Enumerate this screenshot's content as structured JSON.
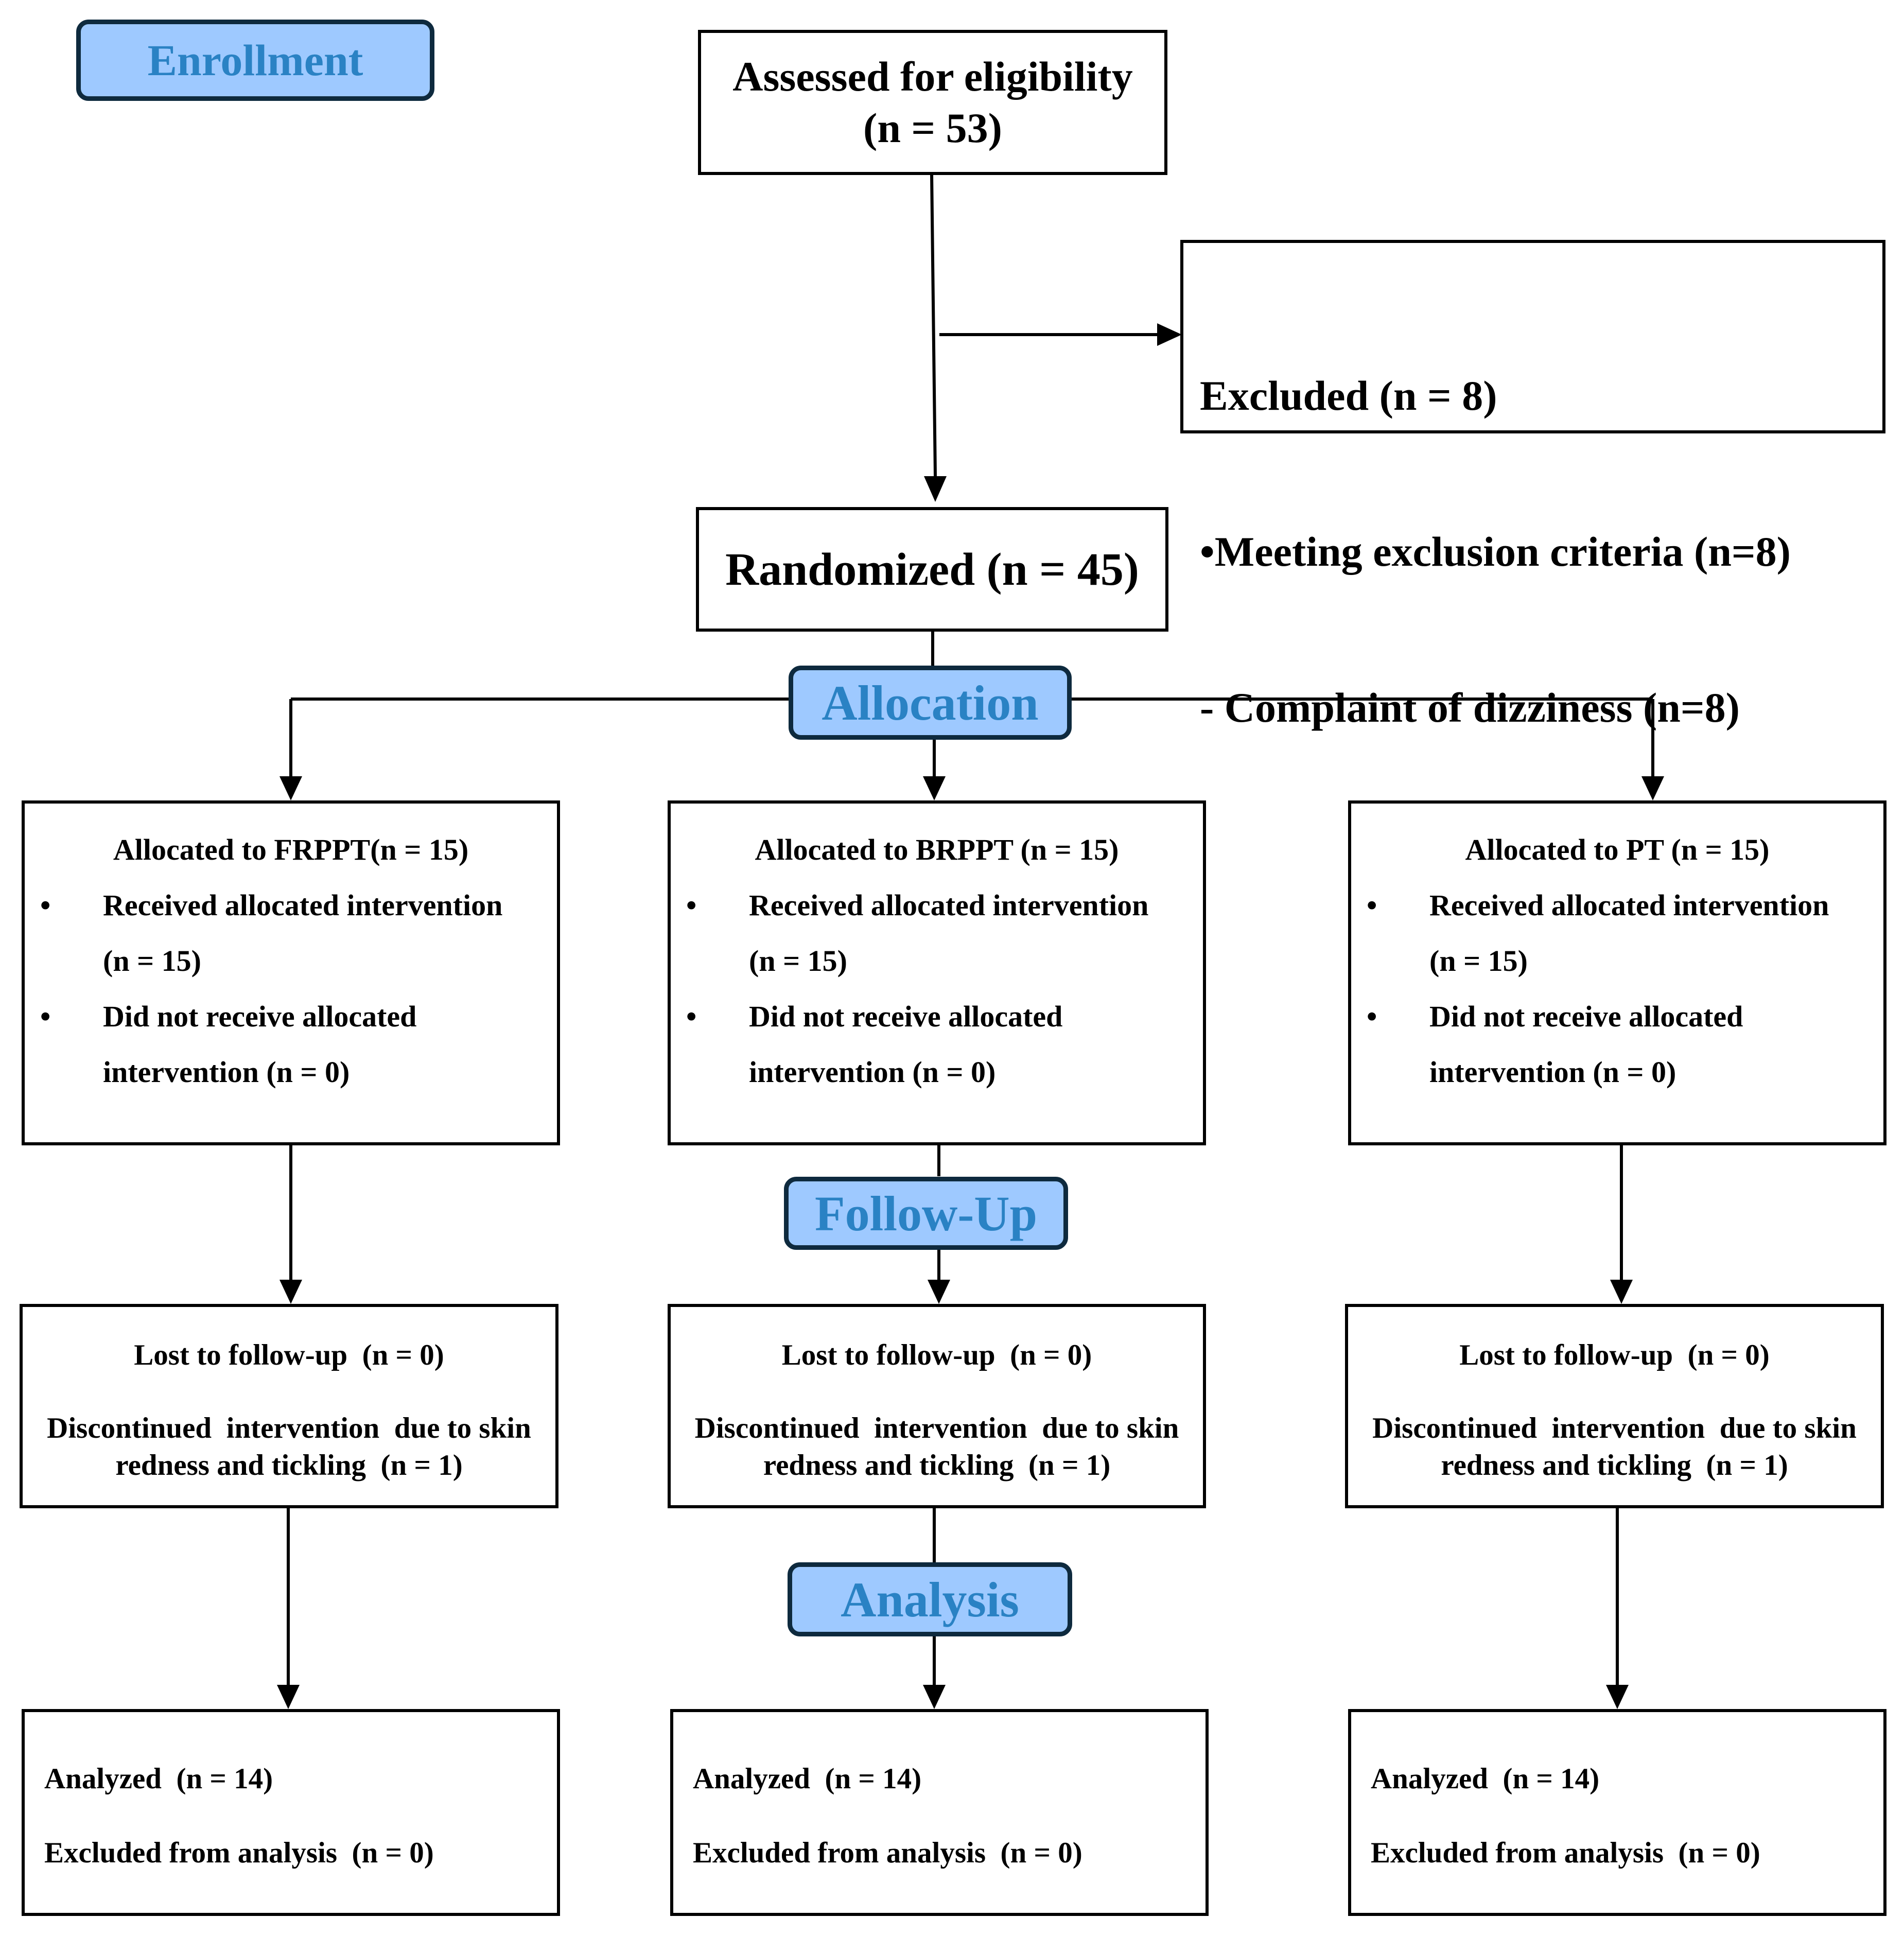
{
  "stages": {
    "enrollment": "Enrollment",
    "allocation": "Allocation",
    "follow_up": "Follow-Up",
    "analysis": "Analysis"
  },
  "assessed": {
    "line1": "Assessed for eligibility",
    "line2": "(n = 53)"
  },
  "excluded": {
    "title": "Excluded  (n = 8)",
    "reason": "•Meeting exclusion criteria (n=8)",
    "detail": " - Complaint of dizziness (n=8)"
  },
  "randomized": "Randomized (n = 45)",
  "bullet_symbol": "•",
  "groups": [
    {
      "allocation": {
        "title": "Allocated to FRPPT(n = 15)",
        "received": "Received allocated intervention",
        "received_n": "(n = 15)",
        "not_received": "Did not receive allocated",
        "not_received_n": "intervention  (n = 0)"
      },
      "follow_up": {
        "lost": "Lost to follow-up  (n = 0)",
        "discontinued_1": "Discontinued  intervention  due to skin",
        "discontinued_2": "redness and tickling  (n = 1)"
      },
      "analysis": {
        "analyzed": "Analyzed  (n = 14)",
        "excluded": "Excluded from analysis  (n = 0)"
      }
    },
    {
      "allocation": {
        "title": "Allocated to  BRPPT (n = 15)",
        "received": "Received allocated intervention",
        "received_n": "(n = 15)",
        "not_received": "Did not receive allocated",
        "not_received_n": "intervention  (n = 0)"
      },
      "follow_up": {
        "lost": "Lost to follow-up  (n = 0)",
        "discontinued_1": "Discontinued  intervention  due to skin",
        "discontinued_2": "redness and tickling  (n = 1)"
      },
      "analysis": {
        "analyzed": "Analyzed  (n = 14)",
        "excluded": "Excluded from analysis  (n = 0)"
      }
    },
    {
      "allocation": {
        "title": "Allocated to PT (n = 15)",
        "received": "Received allocated intervention",
        "received_n": "(n = 15)",
        "not_received": "Did not receive allocated",
        "not_received_n": "intervention  (n = 0)"
      },
      "follow_up": {
        "lost": "Lost to follow-up  (n = 0)",
        "discontinued_1": "Discontinued  intervention  due to skin",
        "discontinued_2": "redness and tickling  (n = 1)"
      },
      "analysis": {
        "analyzed": "Analyzed  (n = 14)",
        "excluded": "Excluded from analysis  (n = 0)"
      }
    }
  ]
}
